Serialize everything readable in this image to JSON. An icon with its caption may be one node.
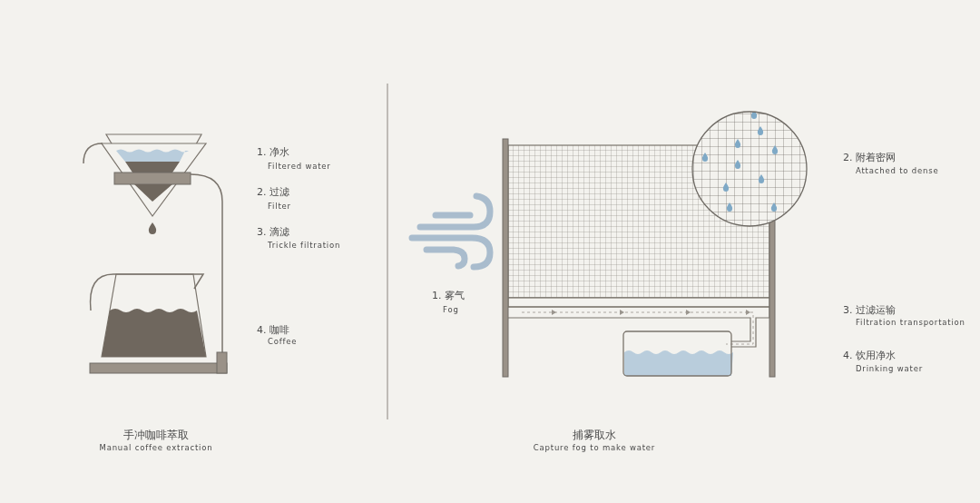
{
  "diagram": {
    "labels": [
      "1. 净水",
      "Filtered water",
      "2. 过滤",
      "Filter",
      "3. 滴滤",
      "Trickle filtration",
      "4. 咖啡",
      "Coffee",
      "手冲咖啡萃取",
      "Manual coffee extraction",
      "1. 雾气",
      "Fog",
      "2. 附着密网",
      "Attached to dense",
      "3. 过滤运输",
      "Filtration transportation",
      "4. 饮用净水",
      "Drinking water",
      "捕雾取水",
      "Capture fog to make water"
    ]
  }
}
